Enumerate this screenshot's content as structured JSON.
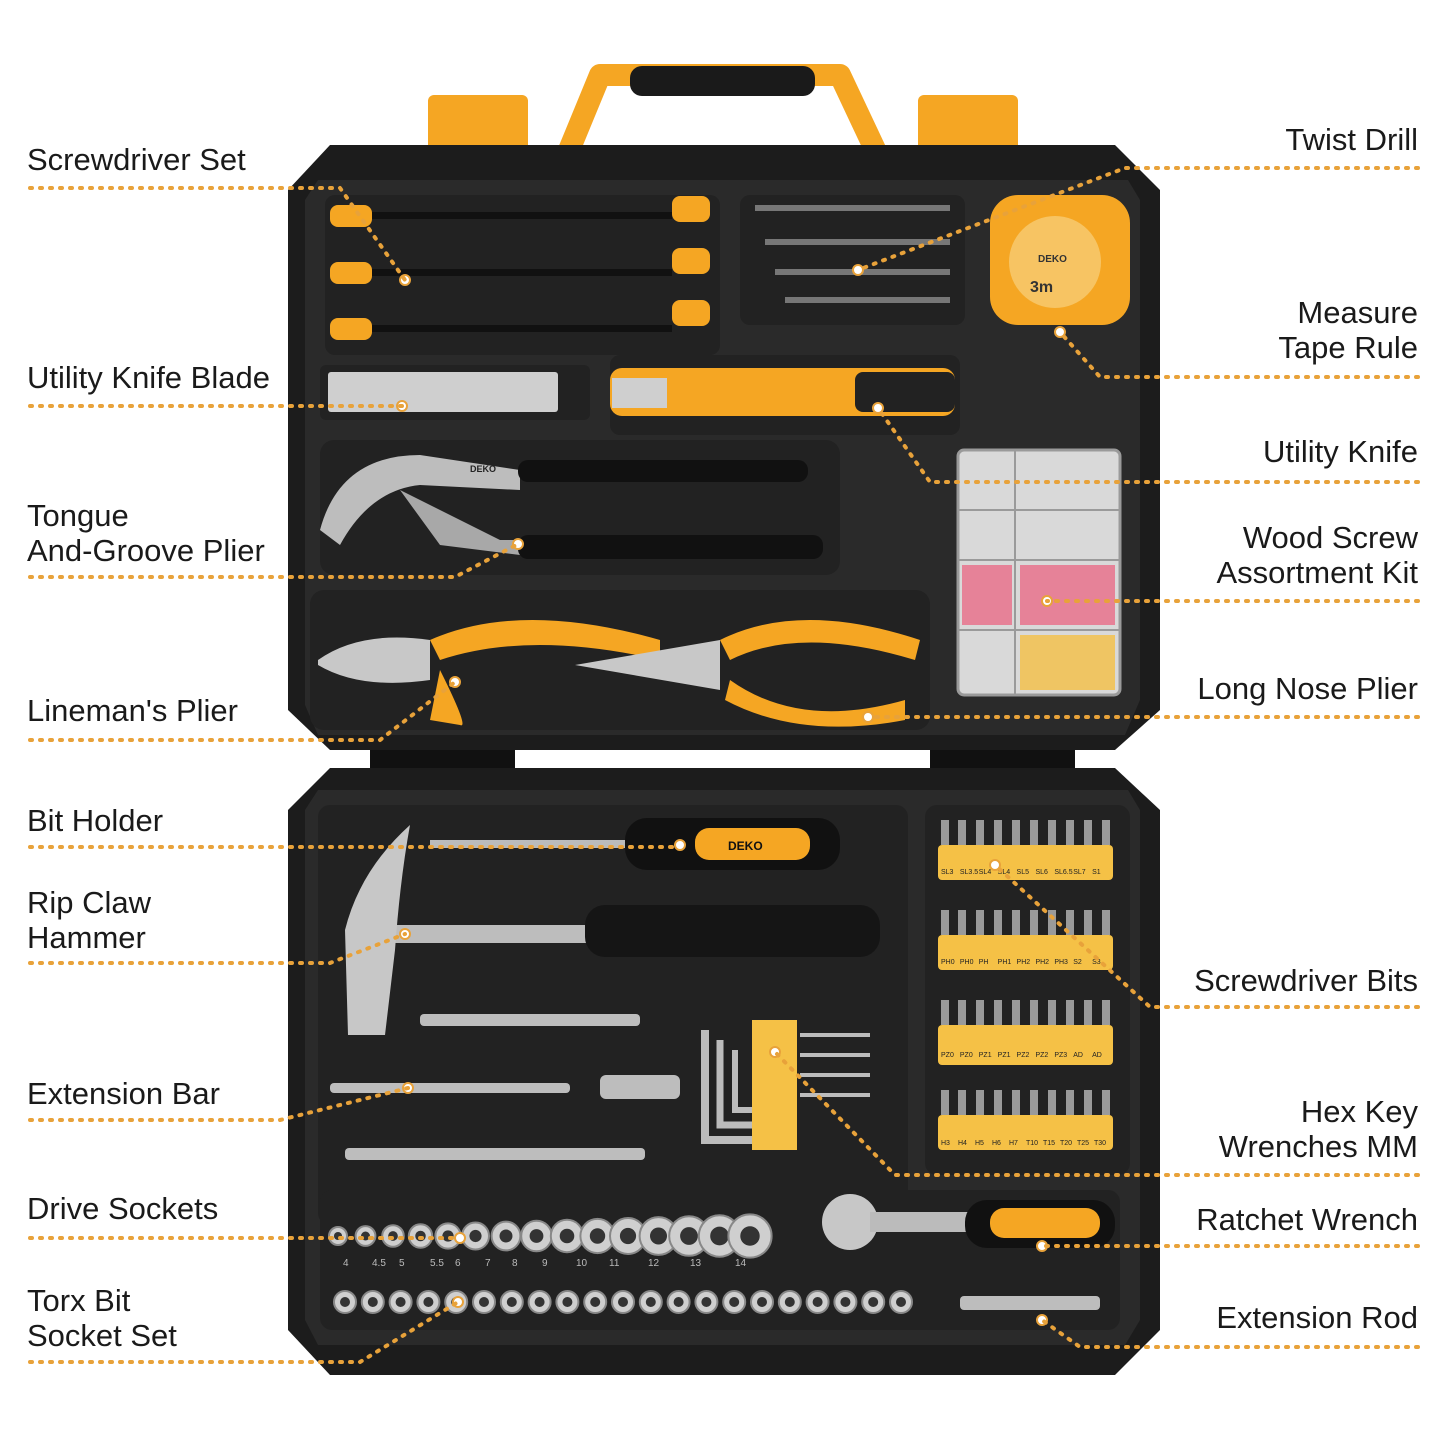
{
  "brand": "DEKO",
  "tape_marking": "3m",
  "socket_sizes": [
    "4",
    "4.5",
    "5",
    "5.5",
    "6",
    "7",
    "8",
    "9",
    "10",
    "11",
    "12",
    "13",
    "14"
  ],
  "bit_rows": [
    [
      "SL3",
      "SL3.5",
      "SL4",
      "SL4",
      "SL5",
      "SL6",
      "SL6.5",
      "SL7",
      "S1"
    ],
    [
      "PH0",
      "PH0",
      "PH",
      "PH1",
      "PH2",
      "PH2",
      "PH3",
      "S2",
      "S3"
    ],
    [
      "PZ0",
      "PZ0",
      "PZ1",
      "PZ1",
      "PZ2",
      "PZ2",
      "PZ3",
      "AD",
      "AD"
    ],
    [
      "H3",
      "H4",
      "H5",
      "H6",
      "H7",
      "T10",
      "T15",
      "T20",
      "T25",
      "T30"
    ]
  ],
  "colors": {
    "accent": "#f5a623",
    "case": "#1c1c1c",
    "tray": "#2b2b2b",
    "leader": "#e8a23a"
  },
  "labels_left": [
    {
      "text": "Screwdriver Set"
    },
    {
      "text": "Utility Knife Blade"
    },
    {
      "text": "Tongue\nAnd-Groove Plier"
    },
    {
      "text": "Lineman's Plier"
    },
    {
      "text": "Bit Holder"
    },
    {
      "text": "Rip Claw\nHammer"
    },
    {
      "text": "Extension Bar"
    },
    {
      "text": "Drive Sockets"
    },
    {
      "text": "Torx Bit\nSocket Set"
    }
  ],
  "labels_right": [
    {
      "text": "Twist Drill"
    },
    {
      "text": "Measure\nTape Rule"
    },
    {
      "text": "Utility Knife"
    },
    {
      "text": "Wood Screw\nAssortment Kit"
    },
    {
      "text": "Long Nose Plier"
    },
    {
      "text": "Screwdriver Bits"
    },
    {
      "text": "Hex Key\nWrenches MM"
    },
    {
      "text": "Ratchet Wrench"
    },
    {
      "text": "Extension Rod"
    }
  ]
}
